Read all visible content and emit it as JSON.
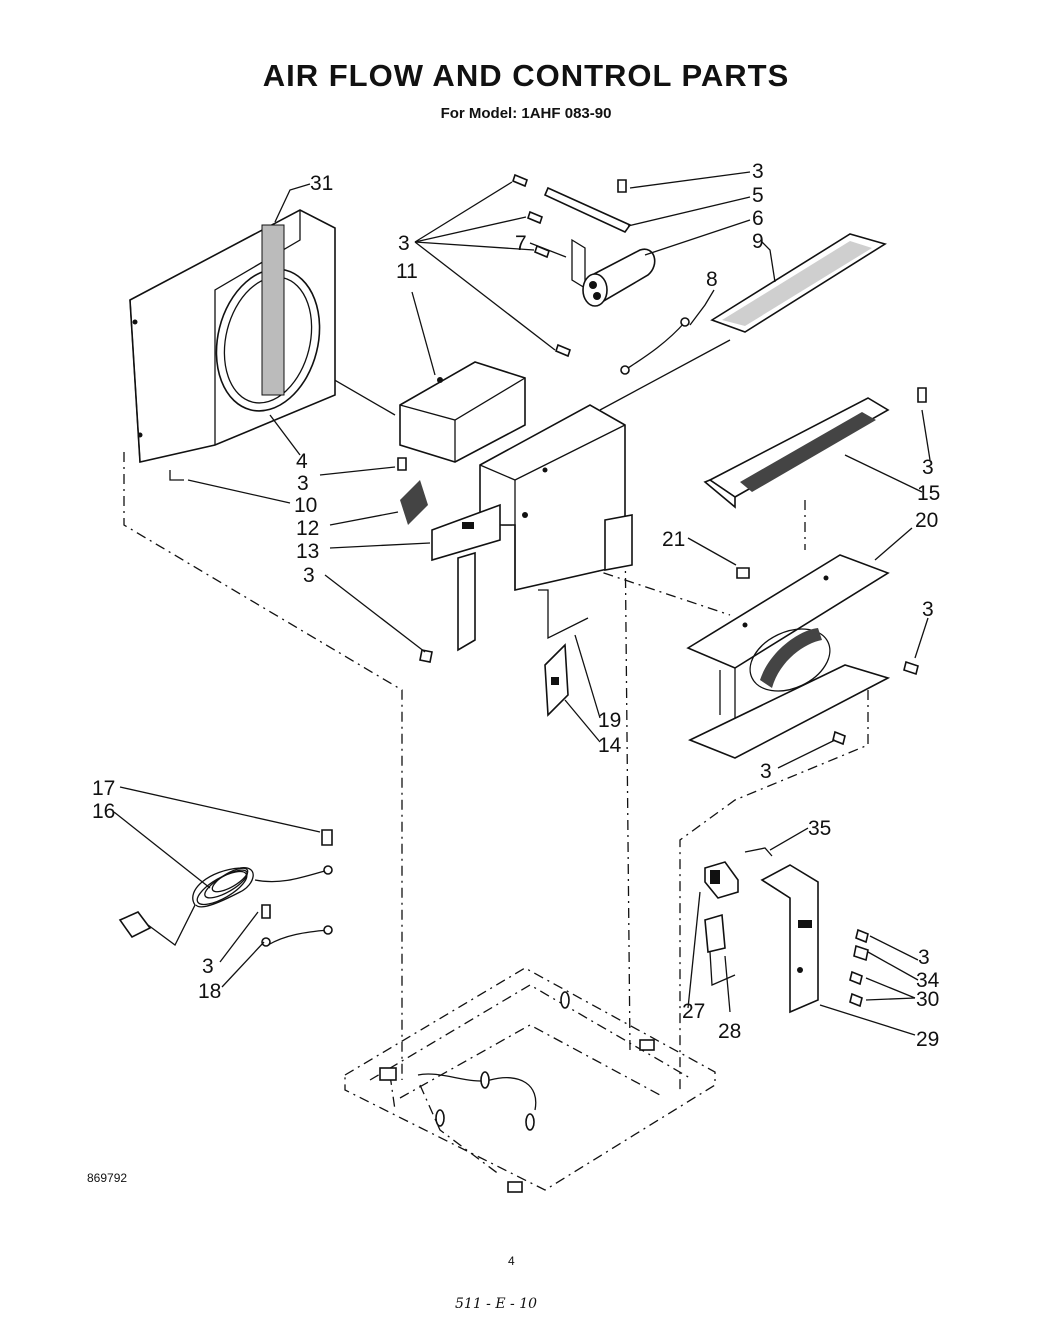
{
  "header": {
    "title": "AIR FLOW AND CONTROL PARTS",
    "subtitle": "For Model: 1AHF 083-90"
  },
  "footer": {
    "doc_number": "869792",
    "page_number": "4",
    "handwritten_note": "511 - E - 10"
  },
  "callouts": {
    "c31": "31",
    "c3_top_right": "3",
    "c5": "5",
    "c6": "6",
    "c9": "9",
    "c3_left_group": "3",
    "c7": "7",
    "c11": "11",
    "c8": "8",
    "c4": "4",
    "c3_mid_left": "3",
    "c10": "10",
    "c12": "12",
    "c13": "13",
    "c3_lower_left": "3",
    "c3_right_top": "3",
    "c15": "15",
    "c20": "20",
    "c21": "21",
    "c3_right_mid": "3",
    "c19": "19",
    "c14": "14",
    "c3_right_low": "3",
    "c17": "17",
    "c16": "16",
    "c3_cord": "3",
    "c18": "18",
    "c35": "35",
    "c27": "27",
    "c28": "28",
    "c3_bracket": "3",
    "c34": "34",
    "c30": "30",
    "c29": "29"
  }
}
